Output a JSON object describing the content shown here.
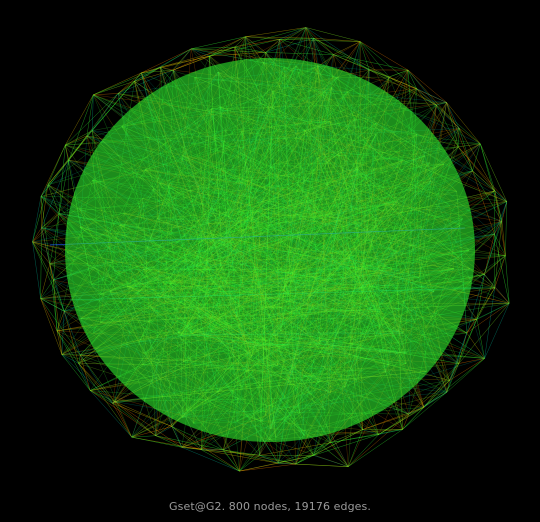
{
  "graph": {
    "caption": "Gset@G2. 800 nodes, 19176 edges.",
    "nodes": 800,
    "edges": 19176,
    "colors": {
      "background": "#000000",
      "edge_green": "#33ff33",
      "edge_lightgreen": "#88ff22",
      "edge_yellow": "#ffdd00",
      "edge_orange": "#ff8800",
      "edge_cyan": "#00ccaa",
      "edge_blue": "#2255ff",
      "caption": "#9a9a9a"
    }
  }
}
